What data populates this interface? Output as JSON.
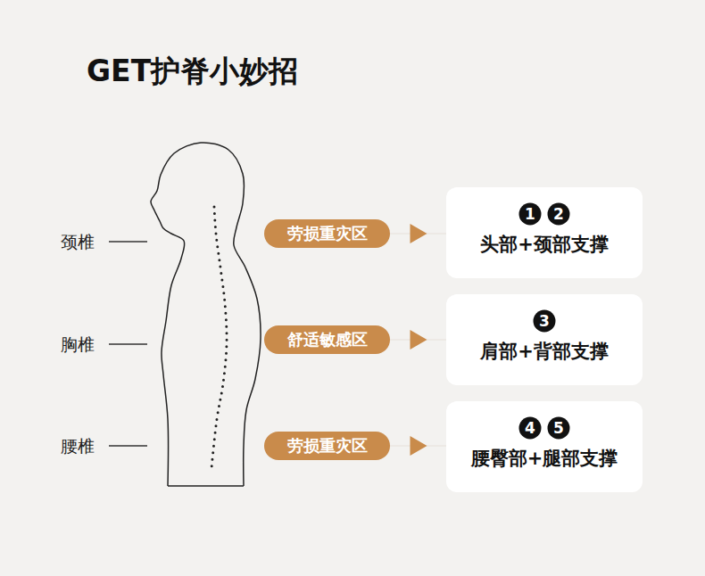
{
  "diagram": {
    "title": "GET护脊小妙招",
    "nodes": [
      {
        "text": [
          "劳损重灾区"
        ]
      },
      {
        "text": [
          "头部+颈部支撑"
        ]
      },
      {
        "text": [
          "1"
        ],
        "in": 1
      },
      {
        "text": [
          "2"
        ],
        "in": 1
      },
      {
        "text": [
          "舒适敏感区"
        ]
      },
      {
        "text": [
          "肩部+背部支撑"
        ]
      },
      {
        "text": [
          "3"
        ],
        "in": 5
      },
      {
        "text": [
          "劳损重灾区"
        ]
      },
      {
        "text": [
          "腰臀部+腿部支撑"
        ]
      },
      {
        "text": [
          "4"
        ],
        "in": 8
      },
      {
        "text": [
          "5"
        ],
        "in": 8
      }
    ],
    "edges": [
      {
        "from": 0,
        "to": 1,
        "arrow": "to"
      },
      {
        "from": 4,
        "to": 5,
        "arrow": "to"
      },
      {
        "from": 7,
        "to": 8,
        "arrow": "to"
      }
    ],
    "labels": [
      "颈椎",
      "胸椎",
      "腰椎"
    ]
  }
}
